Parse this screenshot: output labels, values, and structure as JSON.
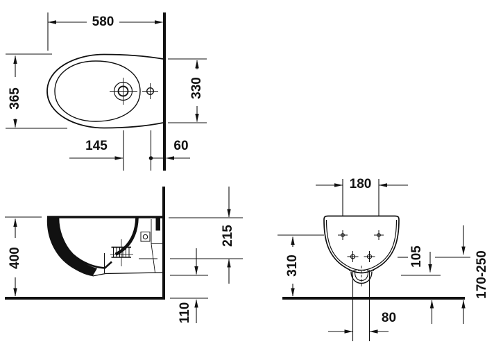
{
  "drawing": {
    "ink_color": "#111111",
    "background_color": "#ffffff",
    "views": {
      "top": {
        "dimensions": {
          "overall_width": "580",
          "overall_depth": "365",
          "width_at_wall": "330",
          "tap_hole_spacing": "145",
          "hole_to_wall": "60"
        }
      },
      "side": {
        "dimensions": {
          "rim_height": "400",
          "rim_to_outlet_drop": "215",
          "underside_clearance": "110"
        }
      },
      "front": {
        "dimensions": {
          "upper_fixing_hole_spacing": "180",
          "fixing_hole_height": "310",
          "outlet_drop": "105",
          "outlet_height_range": "170-250",
          "lower_fixing_hole_spacing": "80"
        }
      }
    }
  }
}
